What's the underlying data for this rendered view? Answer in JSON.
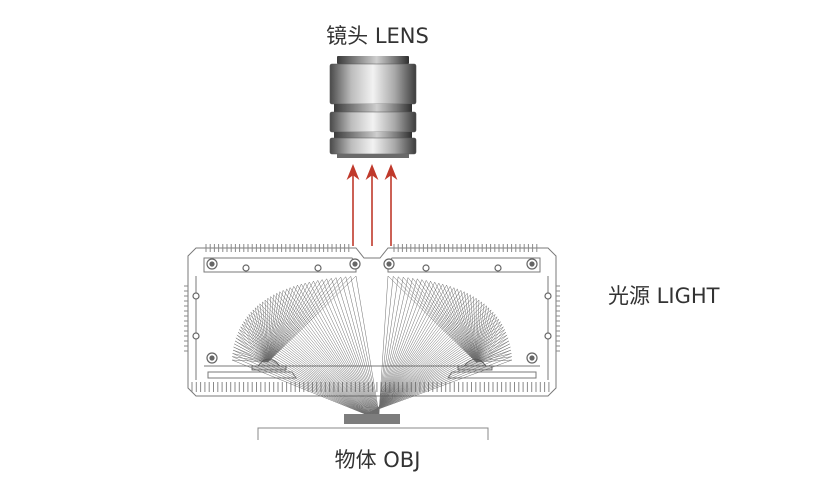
{
  "labels": {
    "lens": "镜头 LENS",
    "light": "光源 LIGHT",
    "object": "物体 OBJ"
  },
  "colors": {
    "arrow": "#c0392b",
    "housing_stroke": "#7a7a7a",
    "ray": "#555555",
    "lens_dark": "#5a5a5a",
    "lens_light": "#e8e8e8"
  }
}
